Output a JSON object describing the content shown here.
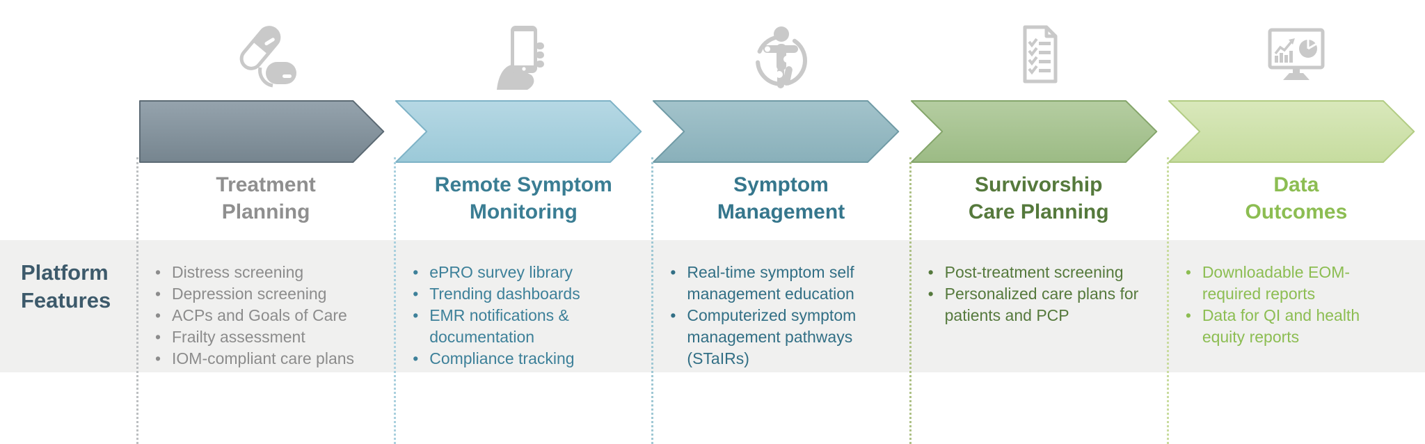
{
  "left_label": {
    "lines": [
      "Platform",
      "Features"
    ],
    "color": "#3d5a6b"
  },
  "band_color": "#f0f0ef",
  "icon_color": "#c9c9c9",
  "stages": [
    {
      "title_lines": [
        "Treatment",
        "Planning"
      ],
      "icon": "pills-icon",
      "bullets": [
        "Distress screening",
        "Depression screening",
        "ACPs and Goals of Care",
        "Frailty assessment",
        "IOM-compliant care plans"
      ],
      "colors": {
        "arrow_top": "#95a3ad",
        "arrow_bottom": "#76858f",
        "arrow_border": "#5c6a74",
        "title": "#8f8f8f",
        "bullet": "#8c8c8c",
        "separator": "#bcbfc1"
      }
    },
    {
      "title_lines": [
        "Remote Symptom",
        "Monitoring"
      ],
      "icon": "hand-phone-icon",
      "bullets": [
        "ePRO survey library",
        "Trending dashboards",
        "EMR notifications & documentation",
        "Compliance tracking"
      ],
      "colors": {
        "arrow_top": "#b6d8e4",
        "arrow_bottom": "#9bc9d8",
        "arrow_border": "#7db2c6",
        "title": "#3a7d93",
        "bullet": "#3d8099",
        "separator": "#a9d0de"
      }
    },
    {
      "title_lines": [
        "Symptom",
        "Management"
      ],
      "icon": "patient-body-icon",
      "bullets": [
        "Real-time symptom self management education",
        "Computerized symptom management pathways (STaIRs)"
      ],
      "colors": {
        "arrow_top": "#a3c3cb",
        "arrow_bottom": "#89b0ba",
        "arrow_border": "#6f9aa5",
        "title": "#35768c",
        "bullet": "#326f85",
        "separator": "#9fc8d4"
      }
    },
    {
      "title_lines": [
        "Survivorship",
        "Care Planning"
      ],
      "icon": "checklist-icon",
      "bullets": [
        "Post-treatment screening",
        "Personalized care plans for patients and PCP"
      ],
      "colors": {
        "arrow_top": "#b5cda1",
        "arrow_bottom": "#9cbb85",
        "arrow_border": "#84a56a",
        "title": "#55793c",
        "bullet": "#55793c",
        "separator": "#aec186"
      }
    },
    {
      "title_lines": [
        "Data",
        "Outcomes"
      ],
      "icon": "data-monitor-icon",
      "bullets": [
        "Downloadable EOM-required reports",
        "Data for QI and health equity reports"
      ],
      "colors": {
        "arrow_top": "#d9e8bb",
        "arrow_bottom": "#c6dc9f",
        "arrow_border": "#b2cc83",
        "title": "#8cbd52",
        "bullet": "#8cbd52",
        "separator": "#c9dc9e"
      }
    }
  ]
}
